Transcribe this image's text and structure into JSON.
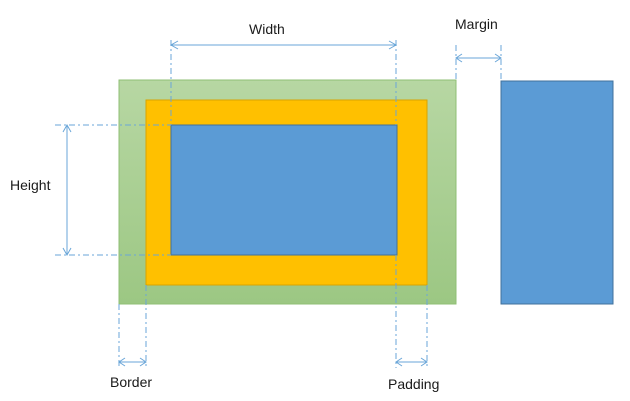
{
  "labels": {
    "width": "Width",
    "height": "Height",
    "margin": "Margin",
    "border": "Border",
    "padding": "Padding"
  },
  "colors": {
    "margin_box": "#a8d08d",
    "border_box": "#ffc000",
    "content_box": "#5b9bd5",
    "neighbor_box": "#5b9bd5",
    "dimension_lines": "#6aa6d8"
  }
}
